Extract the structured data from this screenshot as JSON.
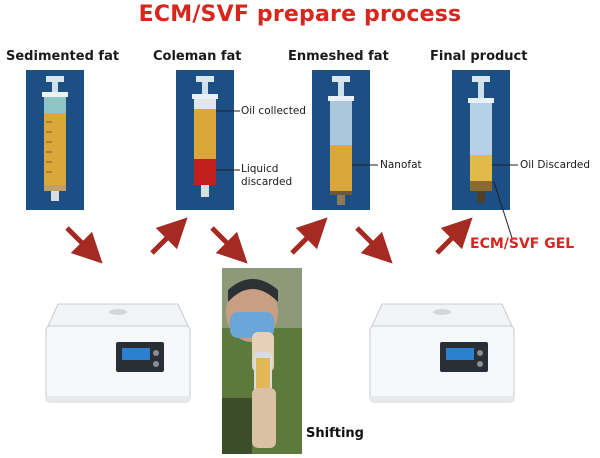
{
  "title": "ECM/SVF prepare process",
  "stages": [
    {
      "label": "Sedimented fat"
    },
    {
      "label": "Coleman fat"
    },
    {
      "label": "Enmeshed fat"
    },
    {
      "label": "Final product"
    }
  ],
  "annotations": {
    "oil_collected": "Oil collected",
    "liquid_discarded_1": "Liquicd",
    "liquid_discarded_2": "discarded",
    "nanofat": "Nanofat",
    "oil_discarded": "Oil Discarded",
    "ecm_svf_gel": "ECM/SVF GEL",
    "shifting": "Shifting"
  },
  "colors": {
    "title_red": "#d9261c",
    "arrow_red": "#a52a22",
    "photo_blue": "#1c4f84",
    "fat_yellow": "#d9a73a",
    "blood_red": "#c41f1f"
  }
}
